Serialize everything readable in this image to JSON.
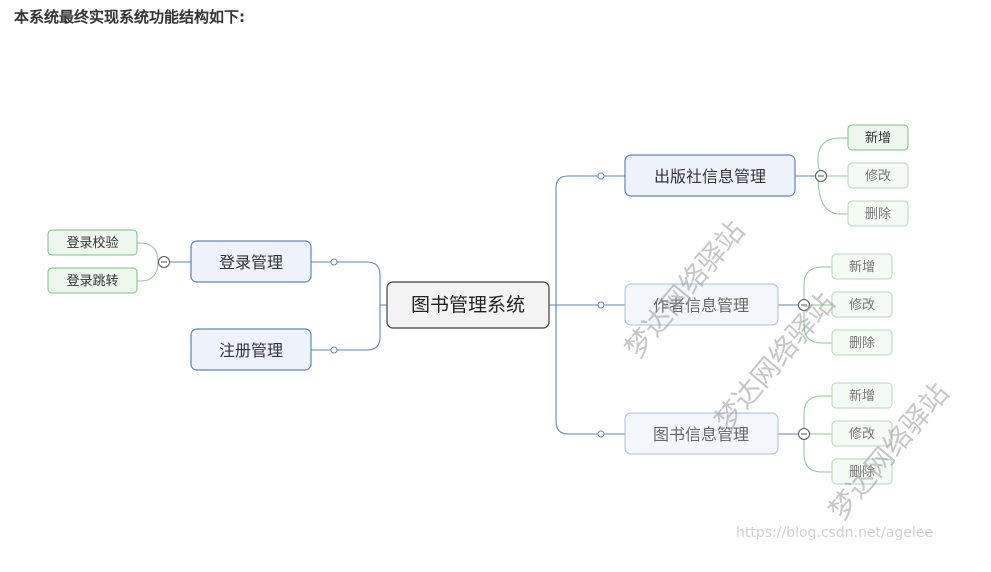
{
  "heading": "本系统最终实现系统功能结构如下:",
  "root": "图书管理系统",
  "left": {
    "login": "登录管理",
    "login_children": [
      "登录校验",
      "登录跳转"
    ],
    "register": "注册管理"
  },
  "right": {
    "publisher": "出版社信息管理",
    "author": "作者信息管理",
    "book": "图书信息管理",
    "publisher_children": [
      "新增",
      "修改",
      "删除"
    ],
    "author_children": [
      "新增",
      "修改",
      "删除"
    ],
    "book_children": [
      "新增",
      "修改",
      "删除"
    ]
  },
  "watermarks": [
    "梦达网络驿站",
    "梦达网络驿站",
    "梦达网络驿站"
  ],
  "source_url": "https://blog.csdn.net/agelee"
}
